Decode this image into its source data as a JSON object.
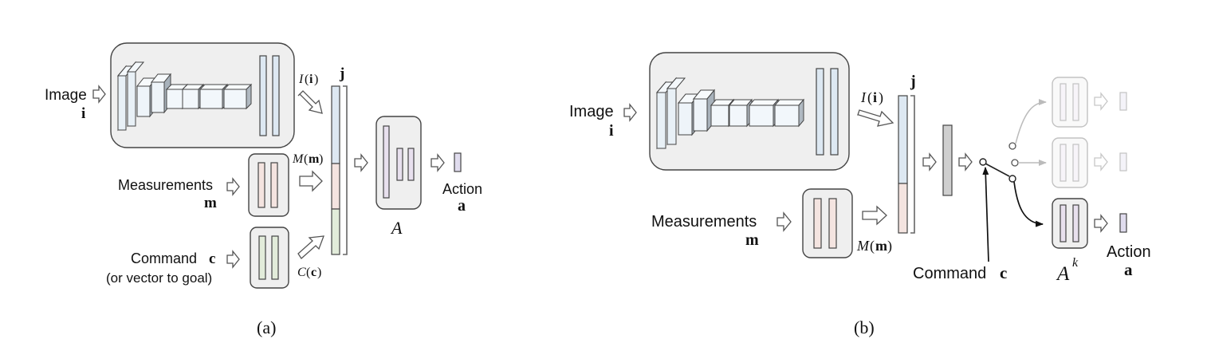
{
  "panel_a": {
    "inputs": {
      "image_label": "Image",
      "image_symbol": "i",
      "measurements_label": "Measurements",
      "measurements_symbol": "m",
      "command_label": "Command",
      "command_symbol": "c",
      "command_note": "(or vector to goal)"
    },
    "feature_labels": {
      "image_fn": "I",
      "image_arg": "i",
      "measurements_fn": "M",
      "measurements_arg": "m",
      "command_fn": "C",
      "command_arg": "c",
      "joint": "j"
    },
    "action_module": "A",
    "output": {
      "label": "Action",
      "symbol": "a"
    },
    "caption": "(a)"
  },
  "panel_b": {
    "inputs": {
      "image_label": "Image",
      "image_symbol": "i",
      "measurements_label": "Measurements",
      "measurements_symbol": "m",
      "command_label": "Command",
      "command_symbol": "c"
    },
    "feature_labels": {
      "image_fn": "I",
      "image_arg": "i",
      "measurements_fn": "M",
      "measurements_arg": "m",
      "joint": "j"
    },
    "branch_module": "A",
    "branch_superscript": "k",
    "output": {
      "label": "Action",
      "symbol": "a"
    },
    "caption": "(b)"
  },
  "colors": {
    "image_feature": "#dde8f2",
    "measurement_feature": "#f4e4e0",
    "command_feature": "#e2ecda",
    "action_module": "#e8e0ee",
    "action_arrow": "#dcd8ee",
    "panel_bg": "#efefef"
  }
}
